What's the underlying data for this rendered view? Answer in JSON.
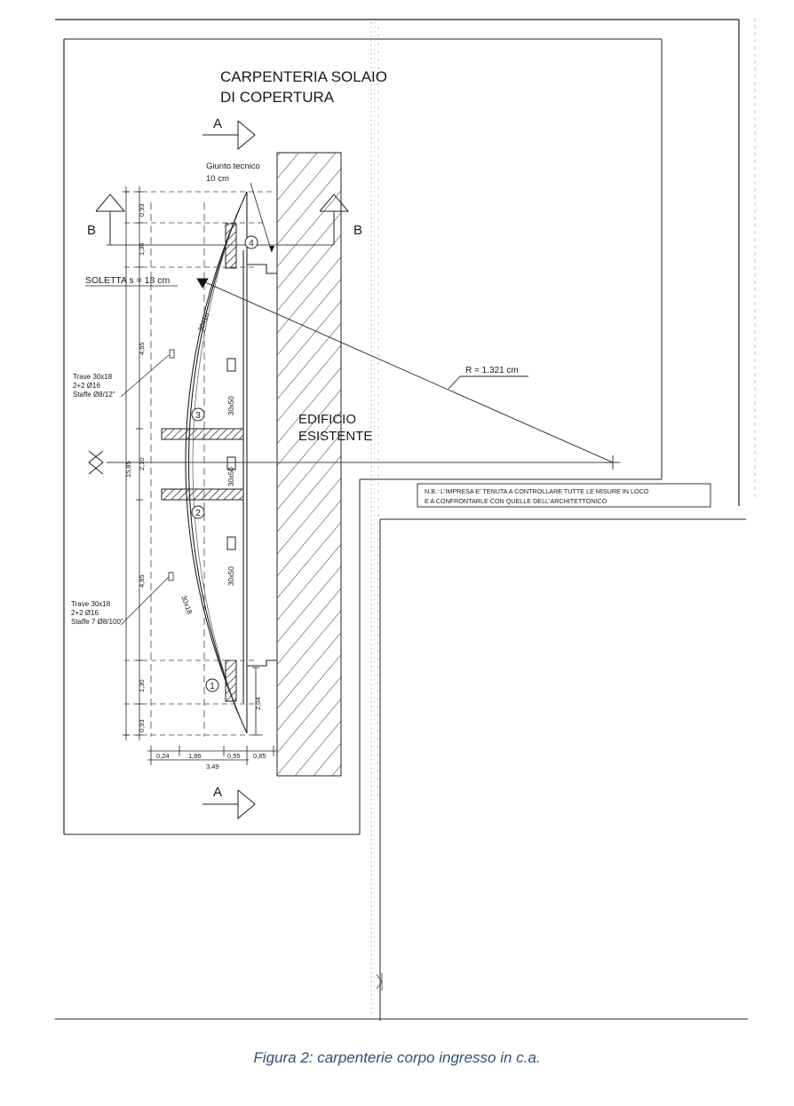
{
  "title": {
    "line1": "CARPENTERIA SOLAIO",
    "line2": "DI COPERTURA"
  },
  "section_labels": {
    "a": "A",
    "b": "B"
  },
  "annotations": {
    "giunto_line1": "Giunto tecnico",
    "giunto_line2": "10 cm",
    "soletta": "SOLETTA s = 18 cm",
    "radius": "R = 1.321 cm",
    "edificio_line1": "EDIFICIO",
    "edificio_line2": "ESISTENTE",
    "trave_top_line1": "Trave 30x18",
    "trave_top_line2": "2+2 Ø16",
    "trave_top_line3": "Staffe Ø8/12\"",
    "trave_bottom_line1": "Trave 30x18",
    "trave_bottom_line2": "2+2 Ø16",
    "trave_bottom_line3": "Staffe 7 Ø8/100\"",
    "note_line1": "N.B.: L'IMPRESA E' TENUTA A CONTROLLARE TUTTE LE MISURE IN LOCO",
    "note_line2": "E A CONFRONTARLE CON QUELLE DELL'ARCHITETTONICO"
  },
  "beam_labels": {
    "arc_top": "30x18",
    "arc_bottom": "30x18",
    "col_upper": "30x50",
    "col_mid": "30x50",
    "col_lower": "30x50"
  },
  "markers": {
    "m1": "1",
    "m2": "2",
    "m3": "3",
    "m4": "4"
  },
  "dimensions": {
    "v_093_top": "0,93",
    "v_130_top": "1,30",
    "v_465_top": "4,65",
    "v_210": "2,10",
    "v_1585": "15,85",
    "v_465_bottom": "4,65",
    "v_130_bottom": "1,30",
    "v_093_bottom": "0,93",
    "v_204": "2,04",
    "h_024": "0,24",
    "h_186": "1,86",
    "h_055": "0,55",
    "h_085": "0,85",
    "h_349": "3,49"
  },
  "caption": "Figura 2: carpenterie corpo ingresso in c.a."
}
